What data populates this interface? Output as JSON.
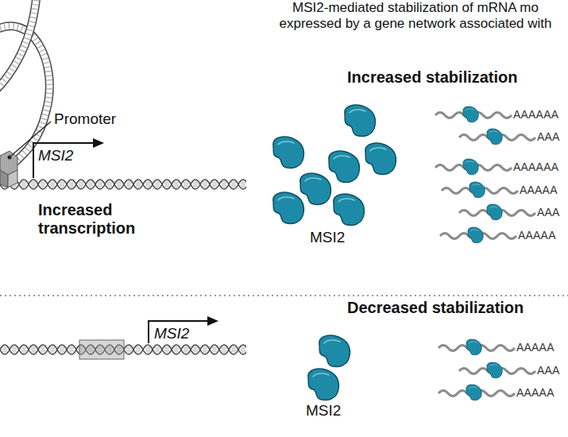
{
  "diagram": {
    "title": "MSI2-mediated stabilization of mRNA mo expressed by a gene network associated with",
    "labels": [
      "Promoter",
      "MSI2",
      "Increased transcription",
      "Increased stabilization",
      "MSI2",
      "AAAAAA",
      "AAA",
      "AAAAAA",
      "AAAAA",
      "AAA",
      "AAAAA",
      "MSI2",
      "Decreased stabilization",
      "MSI2",
      "AAAAA",
      "AAA",
      "AAAAA"
    ]
  }
}
